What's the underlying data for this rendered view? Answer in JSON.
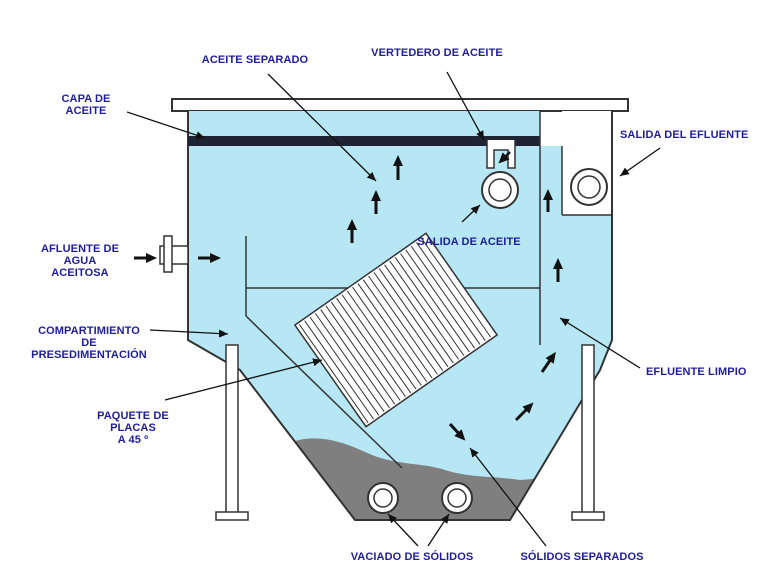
{
  "labels": {
    "capa_aceite": "CAPA DE\nACEITE",
    "aceite_separado": "ACEITE SEPARADO",
    "vertedero_aceite": "VERTEDERO DE ACEITE",
    "salida_efluente": "SALIDA DEL EFLUENTE",
    "afluente": "AFLUENTE DE\nAGUA\nACEITOSA",
    "salida_aceite": "SALIDA DE ACEITE",
    "compartimiento": "COMPARTIMIENTO\nDE\nPRESEDIMENTACIÓN",
    "efluente_limpio": "EFLUENTE LIMPIO",
    "paquete_placas": "PAQUETE DE\nPLACAS\nA 45 º",
    "vaciado_solidos": "VACIADO DE SÓLIDOS",
    "solidos_separados": "SÓLIDOS SEPARADOS"
  },
  "colors": {
    "water": "#b7e7f4",
    "oil_layer": "#1e2433",
    "sludge": "#7f7f7f",
    "outline": "#333333",
    "label_text": "#1d1d9e",
    "arrow": "#111111"
  }
}
